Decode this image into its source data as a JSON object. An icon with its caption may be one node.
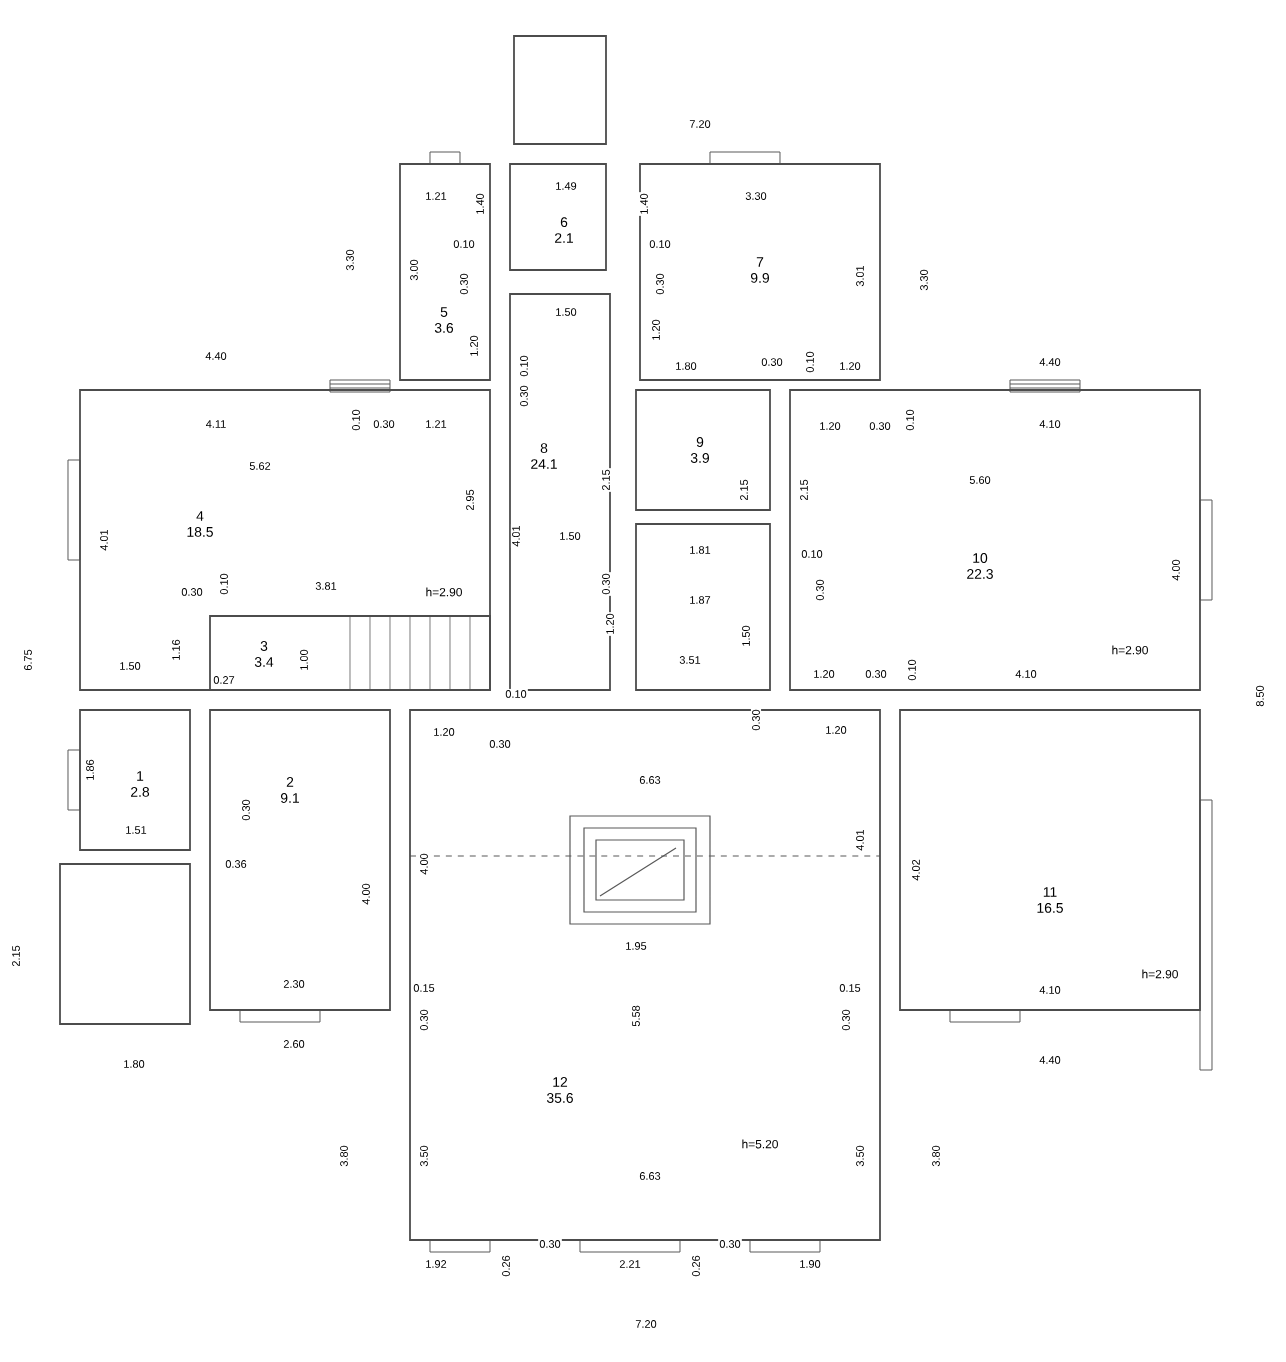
{
  "diagram": {
    "nodes": [
      {
        "text": [],
        "shape": "box"
      },
      {
        "text": [
          "5",
          "3.6"
        ]
      },
      {
        "text": [
          "6",
          "2.1"
        ]
      },
      {
        "text": [
          "7",
          "9.9"
        ]
      },
      {
        "text": [
          "8",
          "24.1"
        ]
      },
      {
        "text": [
          "4",
          "18.5",
          "h=2.90"
        ]
      },
      {
        "text": [
          "3",
          "3.4"
        ],
        "in": 5
      },
      {
        "text": [
          "9",
          "3.9"
        ]
      },
      {
        "text": [],
        "shape": "box"
      },
      {
        "text": [
          "10",
          "22.3",
          "h=2.90"
        ]
      },
      {
        "text": [
          "1",
          "2.8"
        ]
      },
      {
        "text": [],
        "shape": "box"
      },
      {
        "text": [
          "2",
          "9.1"
        ]
      },
      {
        "text": [
          "12",
          "35.6",
          "h=5.20"
        ]
      },
      {
        "text": [
          "11",
          "16.5",
          "h=2.90"
        ]
      }
    ],
    "labels": [
      "7.20",
      "1.21",
      "1.40",
      "1.49",
      "1.40",
      "3.30",
      "3.30",
      "3.00",
      "0.10",
      "0.30",
      "0.10",
      "0.30",
      "3.01",
      "3.30",
      "1.50",
      "1.20",
      "1.20",
      "4.40",
      "0.10",
      "1.80",
      "0.30",
      "0.10",
      "1.20",
      "4.40",
      "0.30",
      "4.11",
      "0.10",
      "0.30",
      "1.21",
      "1.20",
      "0.30",
      "0.10",
      "4.10",
      "5.62",
      "2.15",
      "2.15",
      "2.15",
      "5.60",
      "2.95",
      "4.01",
      "1.50",
      "4.01",
      "1.81",
      "0.10",
      "4.00",
      "0.30",
      "0.10",
      "3.81",
      "0.30",
      "0.30",
      "1.87",
      "6.75",
      "1.16",
      "0.27",
      "1.00",
      "1.50",
      "1.20",
      "3.51",
      "1.50",
      "1.20",
      "0.30",
      "0.10",
      "4.10",
      "0.10",
      "8.50",
      "1.20",
      "0.30",
      "0.30",
      "1.20",
      "6.63",
      "1.86",
      "0.30",
      "1.51",
      "0.36",
      "4.00",
      "4.00",
      "4.01",
      "4.02",
      "1.95",
      "2.15",
      "2.30",
      "0.15",
      "0.30",
      "0.15",
      "0.30",
      "4.10",
      "5.58",
      "2.60",
      "4.40",
      "1.80",
      "3.80",
      "3.50",
      "6.63",
      "3.50",
      "3.80",
      "0.30",
      "0.30",
      "1.92",
      "0.26",
      "2.21",
      "0.26",
      "1.90",
      "7.20"
    ]
  }
}
